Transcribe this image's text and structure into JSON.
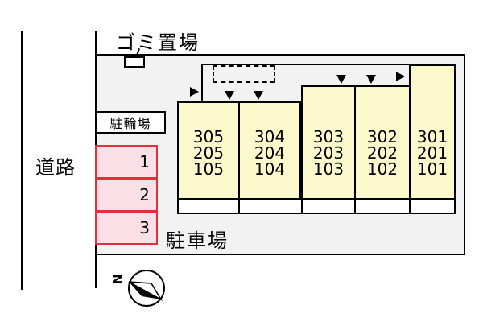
{
  "road": {
    "label": "道路"
  },
  "trash": {
    "label": "ゴミ置場"
  },
  "bicycle_parking": {
    "label": "駐輪場"
  },
  "parking": {
    "label": "駐車場",
    "spaces": [
      "1",
      "2",
      "3"
    ],
    "slot_fill": "#fbdfe6",
    "slot_border": "#e0303c"
  },
  "buildings": [
    {
      "rooms": [
        "305",
        "205",
        "105"
      ]
    },
    {
      "rooms": [
        "304",
        "204",
        "104"
      ]
    },
    {
      "rooms": [
        "303",
        "203",
        "103"
      ]
    },
    {
      "rooms": [
        "302",
        "202",
        "102"
      ]
    },
    {
      "rooms": [
        "301",
        "201",
        "101"
      ]
    }
  ],
  "building_fill": "#fcf9cc",
  "compass": {
    "direction": "N",
    "icon": "north-compass-icon"
  }
}
